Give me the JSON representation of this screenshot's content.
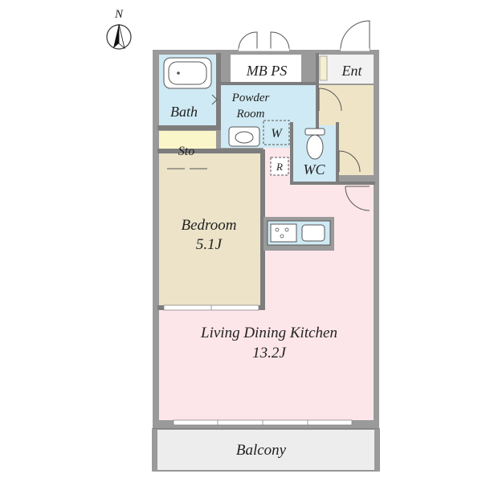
{
  "compass": {
    "letter": "N"
  },
  "rooms": {
    "mb_ps": "MB PS",
    "ent": "Ent",
    "powder_room_line1": "Powder",
    "powder_room_line2": "Room",
    "bath": "Bath",
    "washer": "W",
    "sto": "Sto",
    "refrigerator": "R",
    "wc": "WC",
    "bedroom": "Bedroom",
    "bedroom_size": "5.1J",
    "ldk": "Living Dining Kitchen",
    "ldk_size": "13.2J",
    "balcony": "Balcony"
  },
  "colors": {
    "wall": "#9a9a9a",
    "wall_dark": "#6f6f6f",
    "bath_blue": "#cfeaf4",
    "bedroom_tan": "#ece3c8",
    "entry_tan": "#efe4c6",
    "storage_yellow": "#fbf6c9",
    "ldk_pink": "#fde6ea",
    "balcony_gray": "#ededed"
  }
}
